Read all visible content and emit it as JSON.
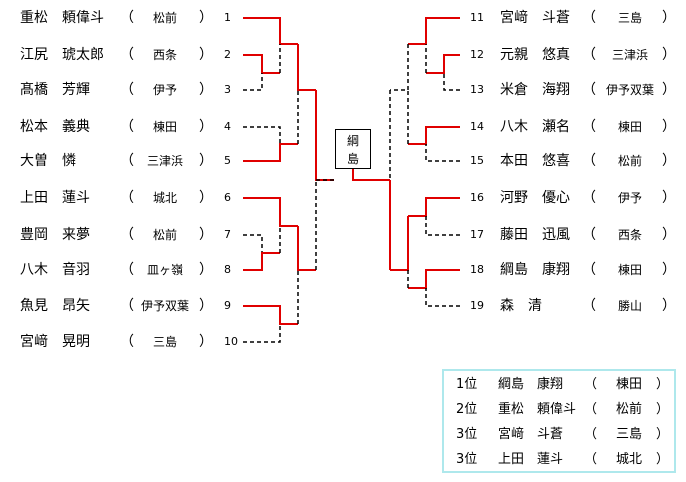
{
  "left": [
    {
      "no": "1",
      "name": "重松　頼偉斗",
      "school": "松前"
    },
    {
      "no": "2",
      "name": "江尻　琥太郎",
      "school": "西条"
    },
    {
      "no": "3",
      "name": "髙橋　芳輝",
      "school": "伊予"
    },
    {
      "no": "4",
      "name": "松本　義典",
      "school": "棟田"
    },
    {
      "no": "5",
      "name": "大曽　憐",
      "school": "三津浜"
    },
    {
      "no": "6",
      "name": "上田　蓮斗",
      "school": "城北"
    },
    {
      "no": "7",
      "name": "豊岡　来夢",
      "school": "松前"
    },
    {
      "no": "8",
      "name": "八木　音羽",
      "school": "皿ヶ嶺"
    },
    {
      "no": "9",
      "name": "魚見　昂矢",
      "school": "伊予双葉"
    },
    {
      "no": "10",
      "name": "宮﨑　晃明",
      "school": "三島"
    }
  ],
  "right": [
    {
      "no": "11",
      "name": "宮﨑　斗蒼",
      "school": "三島"
    },
    {
      "no": "12",
      "name": "元親　悠真",
      "school": "三津浜"
    },
    {
      "no": "13",
      "name": "米倉　海翔",
      "school": "伊予双葉"
    },
    {
      "no": "14",
      "name": "八木　瀬名",
      "school": "棟田"
    },
    {
      "no": "15",
      "name": "本田　悠喜",
      "school": "松前"
    },
    {
      "no": "16",
      "name": "河野　優心",
      "school": "伊予"
    },
    {
      "no": "17",
      "name": "藤田　迅風",
      "school": "西条"
    },
    {
      "no": "18",
      "name": "綱島　康翔",
      "school": "棟田"
    },
    {
      "no": "19",
      "name": "森　清",
      "school": "勝山"
    }
  ],
  "paren_open": "（",
  "paren_close": "）",
  "champion_label": "綱\n島",
  "results": [
    {
      "rank": "1位",
      "name": "綱島　康翔",
      "school": "棟田"
    },
    {
      "rank": "2位",
      "name": "重松　頼偉斗",
      "school": "松前"
    },
    {
      "rank": "3位",
      "name": "宮﨑　斗蒼",
      "school": "三島"
    },
    {
      "rank": "3位",
      "name": "上田　蓮斗",
      "school": "城北"
    }
  ],
  "colors": {
    "win": "#e00000",
    "lose": "#000000",
    "results_border": "#aee8ec"
  }
}
